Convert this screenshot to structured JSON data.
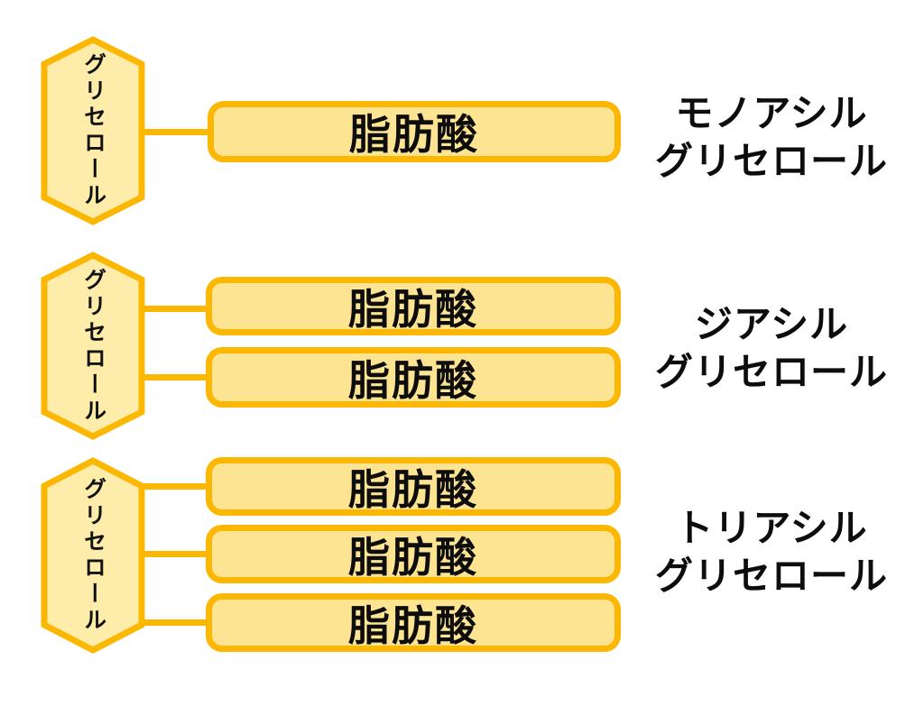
{
  "colors": {
    "outline_gold": "#fbb702",
    "bar_fill": "#fce492",
    "hexagon_fill": "#fdecaa",
    "text": "#0d0d0d",
    "background": "#ffffff"
  },
  "sections": [
    {
      "glycerol": "グリセロール",
      "fatty_acids": [
        "脂肪酸"
      ],
      "label": [
        "モノアシル",
        "グリセロール"
      ]
    },
    {
      "glycerol": "グリセロール",
      "fatty_acids": [
        "脂肪酸",
        "脂肪酸"
      ],
      "label": [
        "ジアシル",
        "グリセロール"
      ]
    },
    {
      "glycerol": "グリセロール",
      "fatty_acids": [
        "脂肪酸",
        "脂肪酸",
        "脂肪酸"
      ],
      "label": [
        "トリアシル",
        "グリセロール"
      ]
    }
  ]
}
